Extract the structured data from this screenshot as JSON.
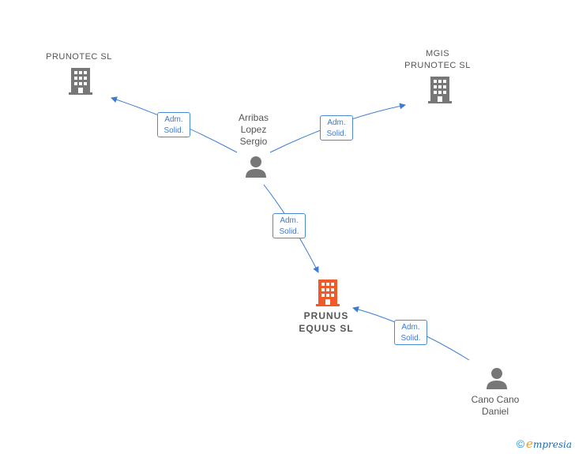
{
  "nodes": {
    "prunotec": {
      "label": "PRUNOTEC  SL",
      "icon": "building-icon",
      "color": "#777777"
    },
    "mgis": {
      "line1": "MGIS",
      "line2": "PRUNOTEC  SL",
      "icon": "building-icon",
      "color": "#777777"
    },
    "prunus": {
      "line1": "PRUNUS",
      "line2": "EQUUS  SL",
      "icon": "building-icon",
      "color": "#f05a28"
    },
    "arribas": {
      "line1": "Arribas",
      "line2": "Lopez",
      "line3": "Sergio",
      "icon": "person-icon"
    },
    "canocano": {
      "line1": "Cano Cano",
      "line2": "Daniel",
      "icon": "person-icon"
    }
  },
  "edges": [
    {
      "from": "Arribas Lopez Sergio",
      "to": "PRUNOTEC  SL",
      "role_line1": "Adm.",
      "role_line2": "Solid."
    },
    {
      "from": "Arribas Lopez Sergio",
      "to": "MGIS PRUNOTEC  SL",
      "role_line1": "Adm.",
      "role_line2": "Solid."
    },
    {
      "from": "Arribas Lopez Sergio",
      "to": "PRUNUS EQUUS  SL",
      "role_line1": "Adm.",
      "role_line2": "Solid."
    },
    {
      "from": "Cano Cano Daniel",
      "to": "PRUNUS EQUUS  SL",
      "role_line1": "Adm.",
      "role_line2": "Solid."
    }
  ],
  "colors": {
    "edge": "#3a7bd5",
    "building": "#777777",
    "focus_building": "#f05a28",
    "person": "#777777"
  },
  "footer": {
    "copyright_symbol": "©",
    "brand_e": "e",
    "brand_rest": "mpresia"
  }
}
